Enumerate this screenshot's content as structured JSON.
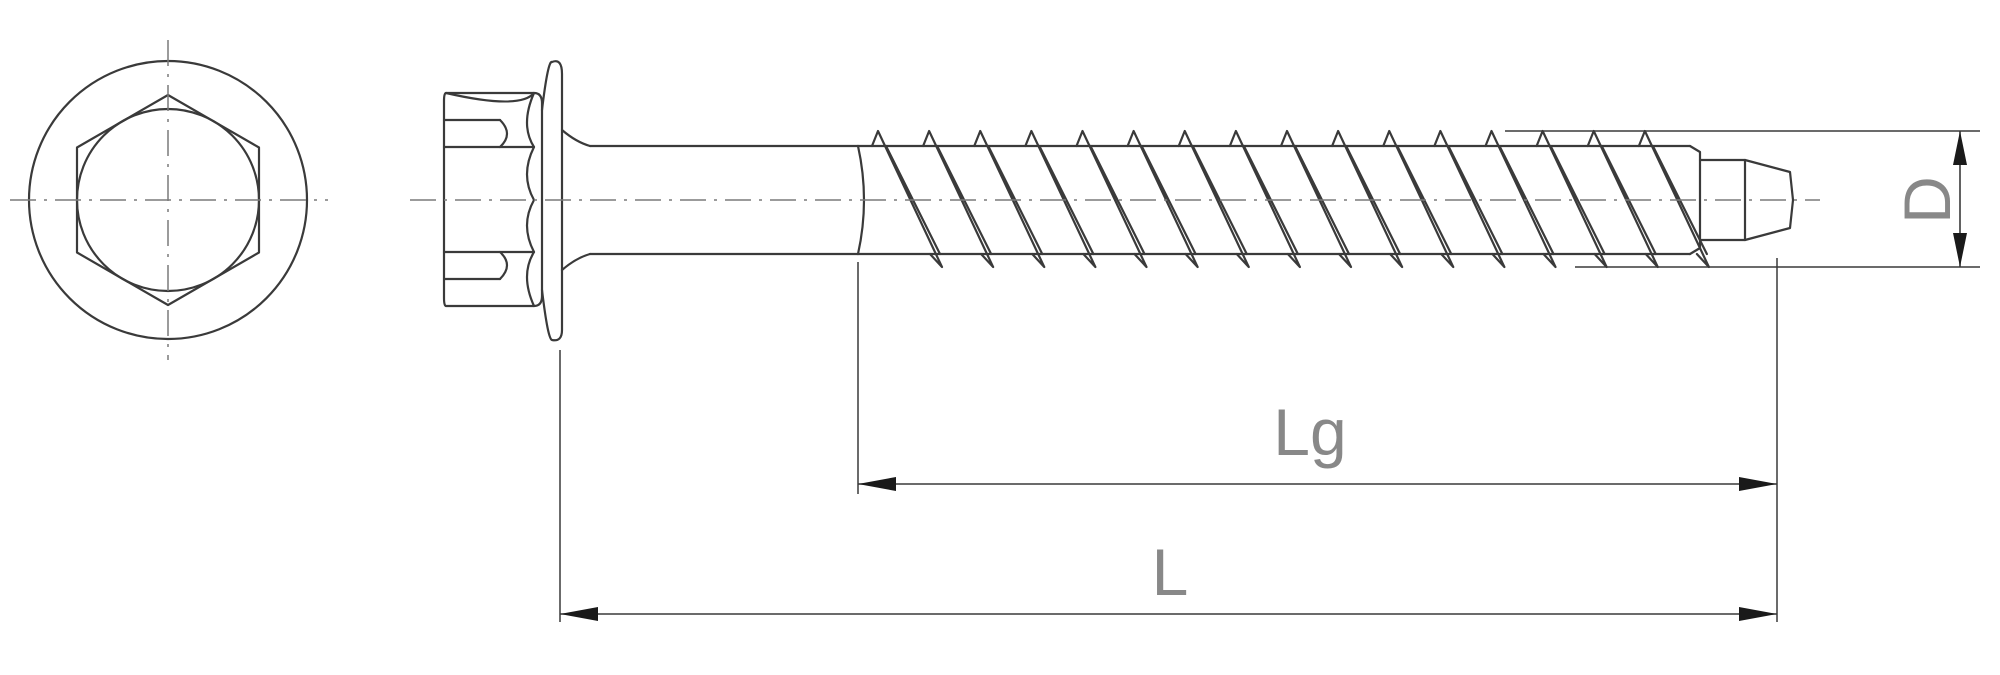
{
  "labels": {
    "length": "L",
    "thread_length": "Lg",
    "diameter": "D"
  },
  "colors": {
    "line": "#3a3a3a",
    "label": "#888888",
    "background": "#ffffff"
  },
  "thread": {
    "turns": 16
  }
}
